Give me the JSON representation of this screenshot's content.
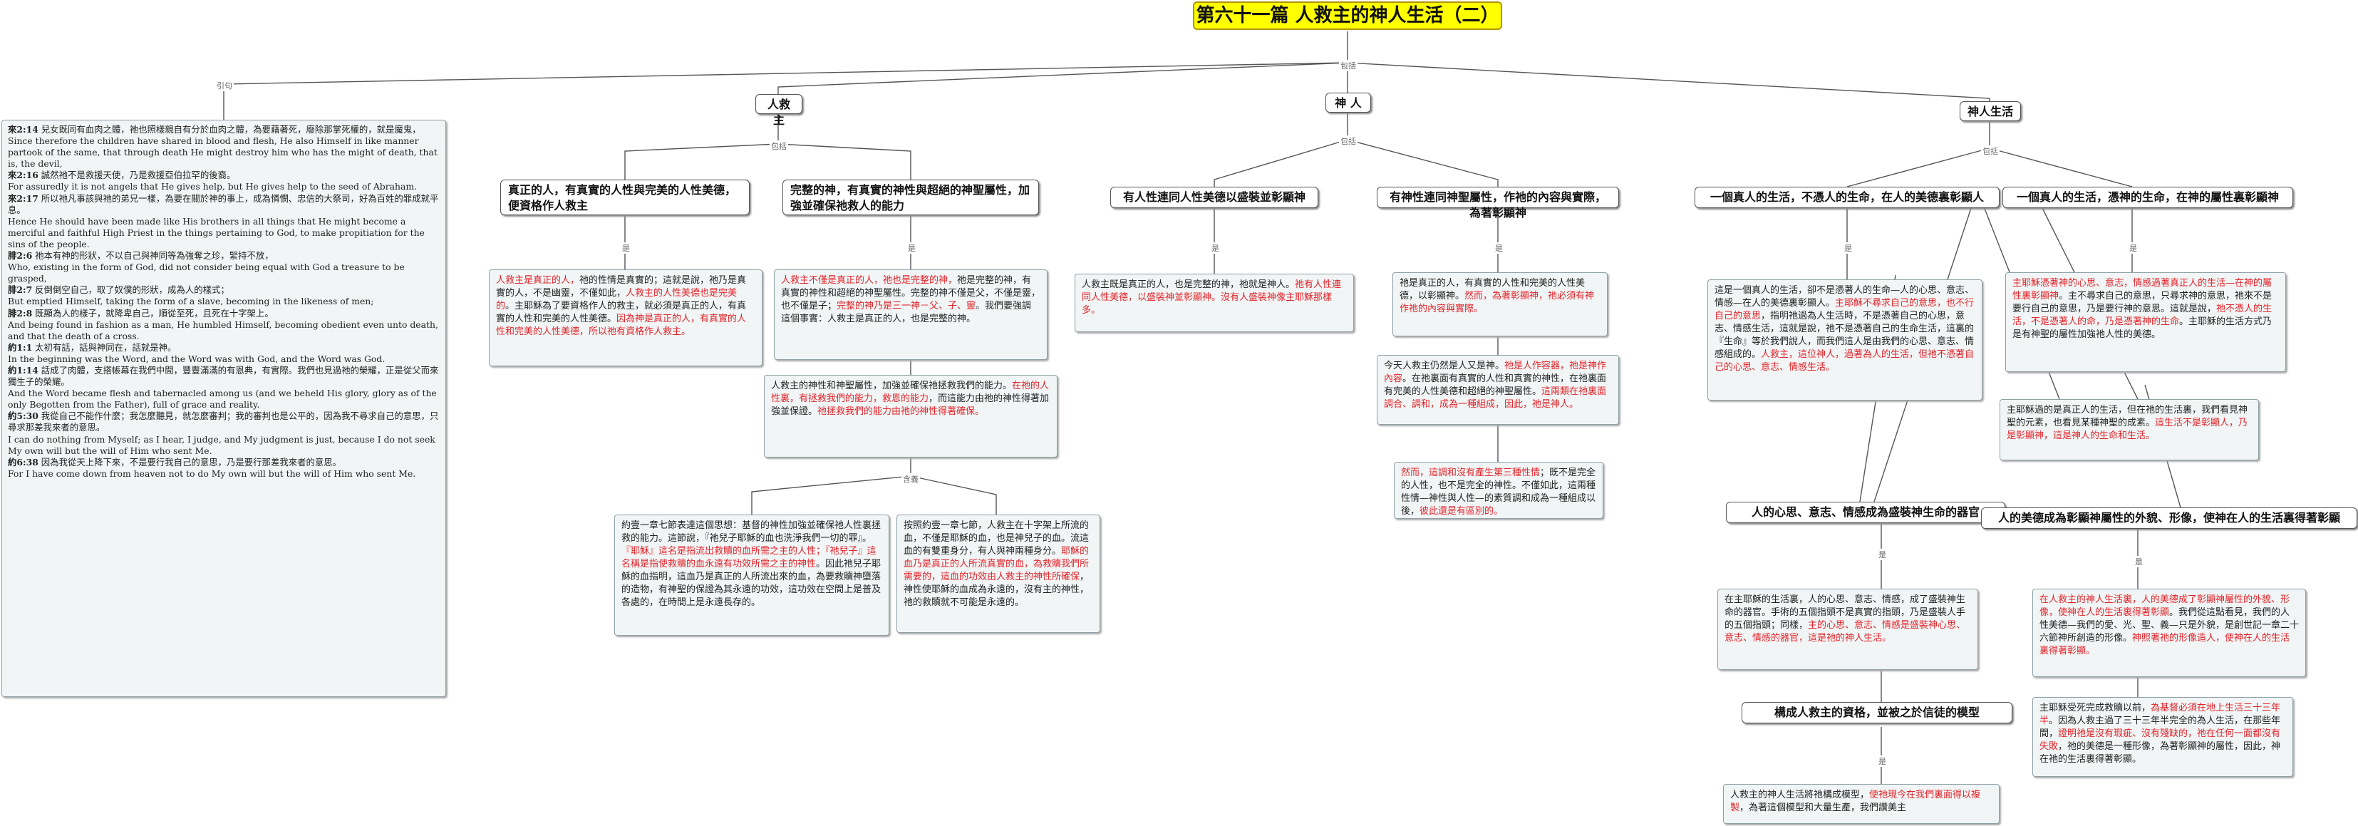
{
  "root": {
    "title": "第六十一篇 人救主的神人生活（二）"
  },
  "labels": {
    "yinju": "引句",
    "baokuo": "包括",
    "shi": "是",
    "hanyi": "含義"
  },
  "branch_renjiuzhu": {
    "title": "人救主",
    "child1": {
      "title": "真正的人，有真實的人性與完美的人性美德，便資格作人救主"
    },
    "child2": {
      "title": "完整的神，有真實的神性與超絕的神聖屬性，加強並確保祂救人的能力"
    },
    "note1": {
      "p1_red": "人救主是真正的人，",
      "p1": "祂的性情是真實的；這就是說，祂乃是真實的人，不是幽靈，不僅如此，",
      "p2_red": "人救主的人性美德也是完美的",
      "p2": "。主耶穌為了要資格作人的救主，就必須是真正的人，有真實的人性和完美的人性美德。",
      "p3_red": "因為神是真正的人，有真實的人性和完美的人性美德，所以祂有資格作人救主。"
    },
    "note2": {
      "p1_red": "人救主不僅是真正的人，祂也是完整的神，",
      "p1": "祂是完整的神，有真實的神性和超絕的神聖屬性。完整的神不僅是父，不僅是靈，也不僅是子；",
      "p2_red": "完整的神乃是三一神－父、子、靈",
      "p2": "。我們要強調這個事實：人救主是真正的人，也是完整的神。"
    },
    "note3": {
      "p1": "人救主的神性和神聖屬性，加強並確保祂拯救我們的能力。",
      "p2_red": "在祂的人性裏，有拯救我們的能力，救恩的能力",
      "p3": "，而這能力由祂的神性得著加強並保證。",
      "p4_red": "祂拯救我們的能力由祂的神性得著確保。"
    },
    "note4": {
      "p1": "約壹一章七節表達這個思想：基督的神性加強並確保祂人性裏拯救的能力。這節說，『祂兒子耶穌的血也洗淨我們一切的罪』。",
      "p2_red": "『耶穌』這名是指流出救贖的血所需之主的人性；『祂兒子』這名稱是指使救贖的血永遠有功效所需之主的神性",
      "p3": "。因此祂兒子耶穌的血指明，這血乃是真正的人所流出來的血，為要救贖神墮落的造物，有神聖的保證為其永遠的功效，這功效在空間上是普及各處的，在時間上是永遠長存的。"
    },
    "note5": {
      "p1": "按照約壹一章七節，人救主在十字架上所流的血，不僅是耶穌的血，也是神兒子的血。流這血的有雙重身分，有人與神兩種身分。",
      "p2_red": "耶穌的血乃是真正的人所流真實的血，為救贖我們所需要的，這血的功效由人救主的神性所確保",
      "p3": "，神性使耶穌的血成為永遠的，沒有主的神性，祂的救贖就不可能是永遠的。"
    }
  },
  "branch_shenren": {
    "title": "神 人",
    "child1": {
      "title": "有人性連同人性美德以盛裝並彰顯神"
    },
    "child2": {
      "title": "有神性連同神聖屬性，作祂的內容與實際，為著彰顯神"
    },
    "note1": {
      "p1": "人救主既是真正的人，也是完整的神，祂就是神人。",
      "p2_red": "祂有人性連同人性美德，以盛裝神並彰顯神。沒有人盛裝神像主耶穌那樣多。"
    },
    "note2": {
      "p1": "祂是真正的人，有真實的人性和完美的人性美德，以彰顯神。",
      "p2_red": "然而，為著彰顯神，祂必須有神作祂的內容與實際。"
    },
    "note3": {
      "p1": "今天人救主仍然是人又是神。",
      "p2_red": "祂是人作容器，祂是神作內容",
      "p3": "。在祂裏面有真實的人性和真實的神性，在祂裏面有完美的人性美德和超絕的神聖屬性。",
      "p4_red": "這兩類在祂裏面調合、調和，成為一種組成，因此，祂是神人。"
    },
    "note4": {
      "p1_red": "然而，這調和沒有產生第三種性情",
      "p2": "；既不是完全的人性，也不是完全的神性。不僅如此，這兩種性情—神性與人性—的素質調和成為一種組成以後，",
      "p3_red": "彼此還是有區別的。"
    }
  },
  "branch_shenrenshenghuo": {
    "title": "神人生活",
    "child1": {
      "title": "一個真人的生活，不憑人的生命，在人的美德裏彰顯人"
    },
    "child2": {
      "title": "一個真人的生活，憑神的生命，在神的屬性裏彰顯神"
    },
    "child3": {
      "title": "人的心思、意志、情感成為盛裝神生命的器官"
    },
    "child4": {
      "title": "人的美德成為彰顯神屬性的外貌、形像，使神在人的生活裏得著彰顯"
    },
    "child5": {
      "title": "構成人救主的資格，並被之於信徒的模型"
    },
    "note1": {
      "p1": "這是一個真人的生活，卻不是憑著人的生命—人的心思、意志、情感—在人的美德裏彰顯人。",
      "p2_red": "主耶穌不尋求自己的意思，也不行自己的意思",
      "p3": "，指明祂過為人生活時，不是憑著自己的心思，意志、情感生活，這就是說，祂不是憑著自己的生命生活，這裏的『生命』等於我們說人，而我們這人是由我們的心思、意志、情感組成的。",
      "p4_red": "人救主，這位神人，過著為人的生活，但祂不憑著自己的心思、意志、情感生活。"
    },
    "note2": {
      "p1_red": "主耶穌憑著神的心思、意志，情感過著真正人的生活—在神的屬性裏彰顯神",
      "p2": "。主不尋求自己的意思，只尋求神的意思，祂來不是要行自己的意思，乃是要行神的意思。這就是說，",
      "p3_red": "祂不憑人的生活，不是憑著人的命，乃是憑著神的生命",
      "p4": "。主耶穌的生活方式乃是有神聖的屬性加強祂人性的美德。"
    },
    "note3": {
      "p1": "主耶穌過的是真正人的生活，但在祂的生活裏，我們看見神聖的元素，也看見某種神聖的成素。",
      "p2_red": "這生活不是彰顯人，乃是彰顯神，這是神人的生命和生活。"
    },
    "note4": {
      "p1": "在主耶穌的生活裏，人的心思、意志、情感，成了盛裝神生命的器官。手術的五個指頭不是真實的指頭，乃是盛裝人手的五個指頭；同樣，",
      "p2_red": "主的心思、意志、情感是盛裝神心思、意志、情感的器官，這是祂的神人生活。"
    },
    "note5": {
      "p1_red": "在人救主的神人生活裏，人的美德成了彰顯神屬性的外貌、形像，使神在人的生活裏得著彰顯",
      "p2": "。我們從這點看見，我們的人性美德—我們的愛、光、聖、義—只是外貌，是創世記一章二十六節神所創造的形像。",
      "p3_red": "神照著祂的形像造人，使神在人的生活裏得著彰顯。"
    },
    "note6": {
      "p1": "主耶穌受死完成救贖以前，",
      "p2_red": "為基督必須在地上生活三十三年半",
      "p3": "。因為人救主過了三十三年半完全的為人生活，在那些年間，",
      "p4_red": "證明祂是沒有瑕疵、沒有殘缺的，祂在任何一面都沒有失敗",
      "p5": "，祂的美德是一種形像，為著彰顯神的屬性，因此，神在祂的生活裏得著彰顯。"
    },
    "note7": {
      "p1": "人救主的神人生活將祂構成模型，",
      "p2_red": "使祂現今在我們裏面得以複製",
      "p3": "，為著這個模型和大量生產，我們讚美主"
    }
  },
  "quote": {
    "r1": "來2:14",
    "t1": "兒女既同有血肉之體，祂也照樣親自有分於血肉之體，為要藉著死，廢除那掌死權的，就是魔鬼，",
    "e1": "Since therefore the children have shared in blood and flesh, He also Himself in like manner partook of the same, that through death He might destroy him who has the might of death, that is, the devil,",
    "r2": "來2:16",
    "t2": "誠然祂不是救援天使，乃是救援亞伯拉罕的後裔。",
    "e2": "For assuredly it is not angels that He gives help, but He gives help to the seed of Abraham.",
    "r3": "來2:17",
    "t3": "所以祂凡事該與祂的弟兄一樣，為要在關於神的事上，成為憐憫、忠信的大祭司，好為百姓的罪成就平息。",
    "e3": "Hence He should have been made like His brothers in all things that He might become a merciful and faithful High Priest in the things pertaining to God, to make propitiation for the sins of the people.",
    "r4": "腓2:6",
    "t4": "祂本有神的形狀，不以自己與神同等為強奪之珍，緊持不放，",
    "e4": "Who, existing in the form of God, did not consider being equal with God a treasure to be grasped,",
    "r5": "腓2:7",
    "t5": "反倒倒空自己，取了奴僕的形狀，成為人的樣式；",
    "e5": "But emptied Himself, taking the form of a slave, becoming in the likeness of men;",
    "r6": "腓2:8",
    "t6": "既顯為人的樣子，就降卑自己，順從至死，且死在十字架上。",
    "e6": "And being found in fashion as a man, He humbled Himself, becoming obedient even unto death, and that the death of a cross.",
    "r7": "約1:1",
    "t7": "太初有話，話與神同在，話就是神。",
    "e7": "In the beginning was the Word, and the Word was with God, and the Word was God.",
    "r8": "約1:14",
    "t8": "話成了肉體，支搭帳幕在我們中間，豐豐滿滿的有恩典，有實際。我們也見過祂的榮耀，正是從父而來獨生子的榮耀。",
    "e8": "And the Word became flesh and tabernacled among us (and we beheld His glory, glory as of the only Begotten from the Father), full of grace and reality.",
    "r9": "約5:30",
    "t9": "我從自己不能作什麼；我怎麼聽見，就怎麼審判；我的審判也是公平的，因為我不尋求自己的意思，只尋求那差我來者的意思。",
    "e9": "I can do nothing from Myself; as I hear, I judge, and My judgment is just, because I do not seek My own will but the will of Him who sent Me.",
    "r10": "約6:38",
    "t10": "因為我從天上降下來，不是要行我自己的意思，乃是要行那差我來者的意思。",
    "e10": "For I have come down from heaven not to do My own will but the will of Him who sent Me."
  }
}
